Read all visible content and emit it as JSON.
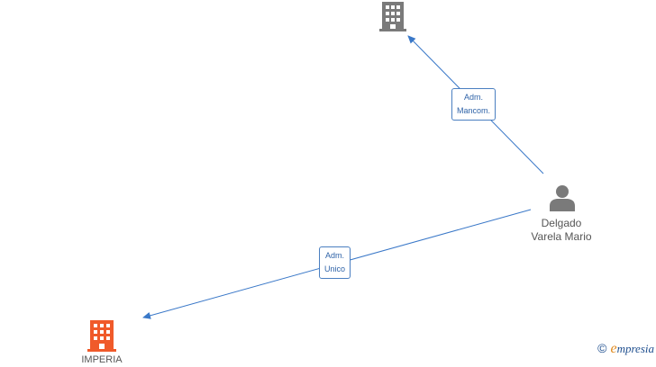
{
  "nodes": {
    "company_top": {
      "type": "company",
      "icon": "building-icon",
      "color": "#7a7a7a",
      "label": ""
    },
    "person": {
      "type": "person",
      "icon": "person-icon",
      "color": "#7a7a7a",
      "label_line1": "Delgado",
      "label_line2": "Varela Mario"
    },
    "company_bottom": {
      "type": "company",
      "icon": "building-icon",
      "color": "#f05a2a",
      "label": "IMPERIA"
    }
  },
  "edges": [
    {
      "from": "person",
      "to": "company_top",
      "label_line1": "Adm.",
      "label_line2": "Mancom."
    },
    {
      "from": "person",
      "to": "company_bottom",
      "label_line1": "Adm.",
      "label_line2": "Unico"
    }
  ],
  "edge_color": "#3a78c8",
  "watermark": {
    "symbol": "©",
    "brand_initial": "e",
    "brand_rest": "mpresia"
  }
}
